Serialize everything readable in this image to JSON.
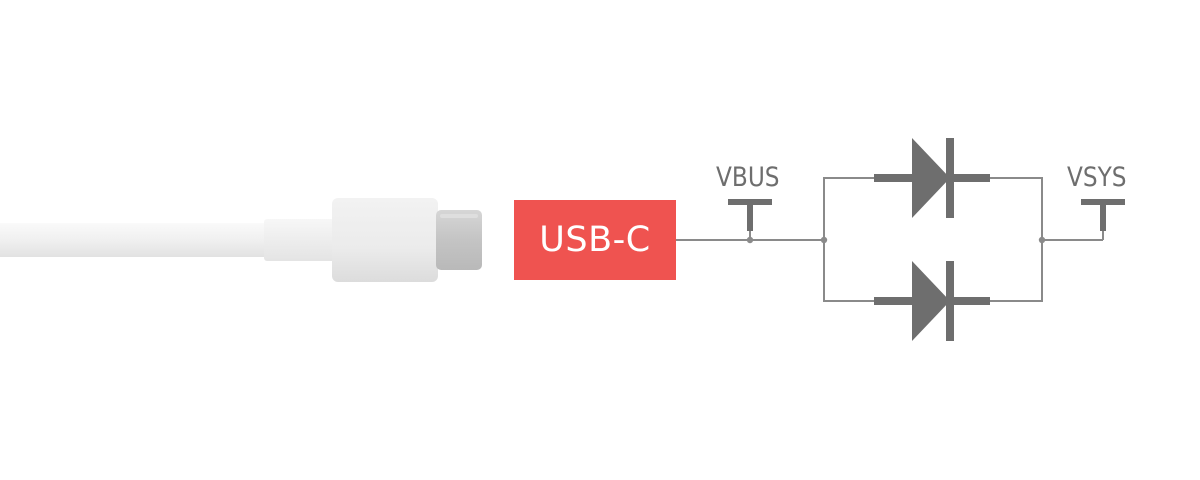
{
  "connector": {
    "label": "USB-C"
  },
  "nets": {
    "vbus": "VBUS",
    "vsys": "VSYS"
  },
  "colors": {
    "connector_fill": "#ef5350",
    "wire": "#8a8a8a",
    "symbol": "#6e6e6e",
    "cable": "#f1f1f1",
    "plug_housing": "#e8e8e8",
    "plug_tip": "#c7c7c7"
  },
  "icons": [
    "usb-c-cable-icon",
    "diode-icon",
    "power-port-icon"
  ]
}
